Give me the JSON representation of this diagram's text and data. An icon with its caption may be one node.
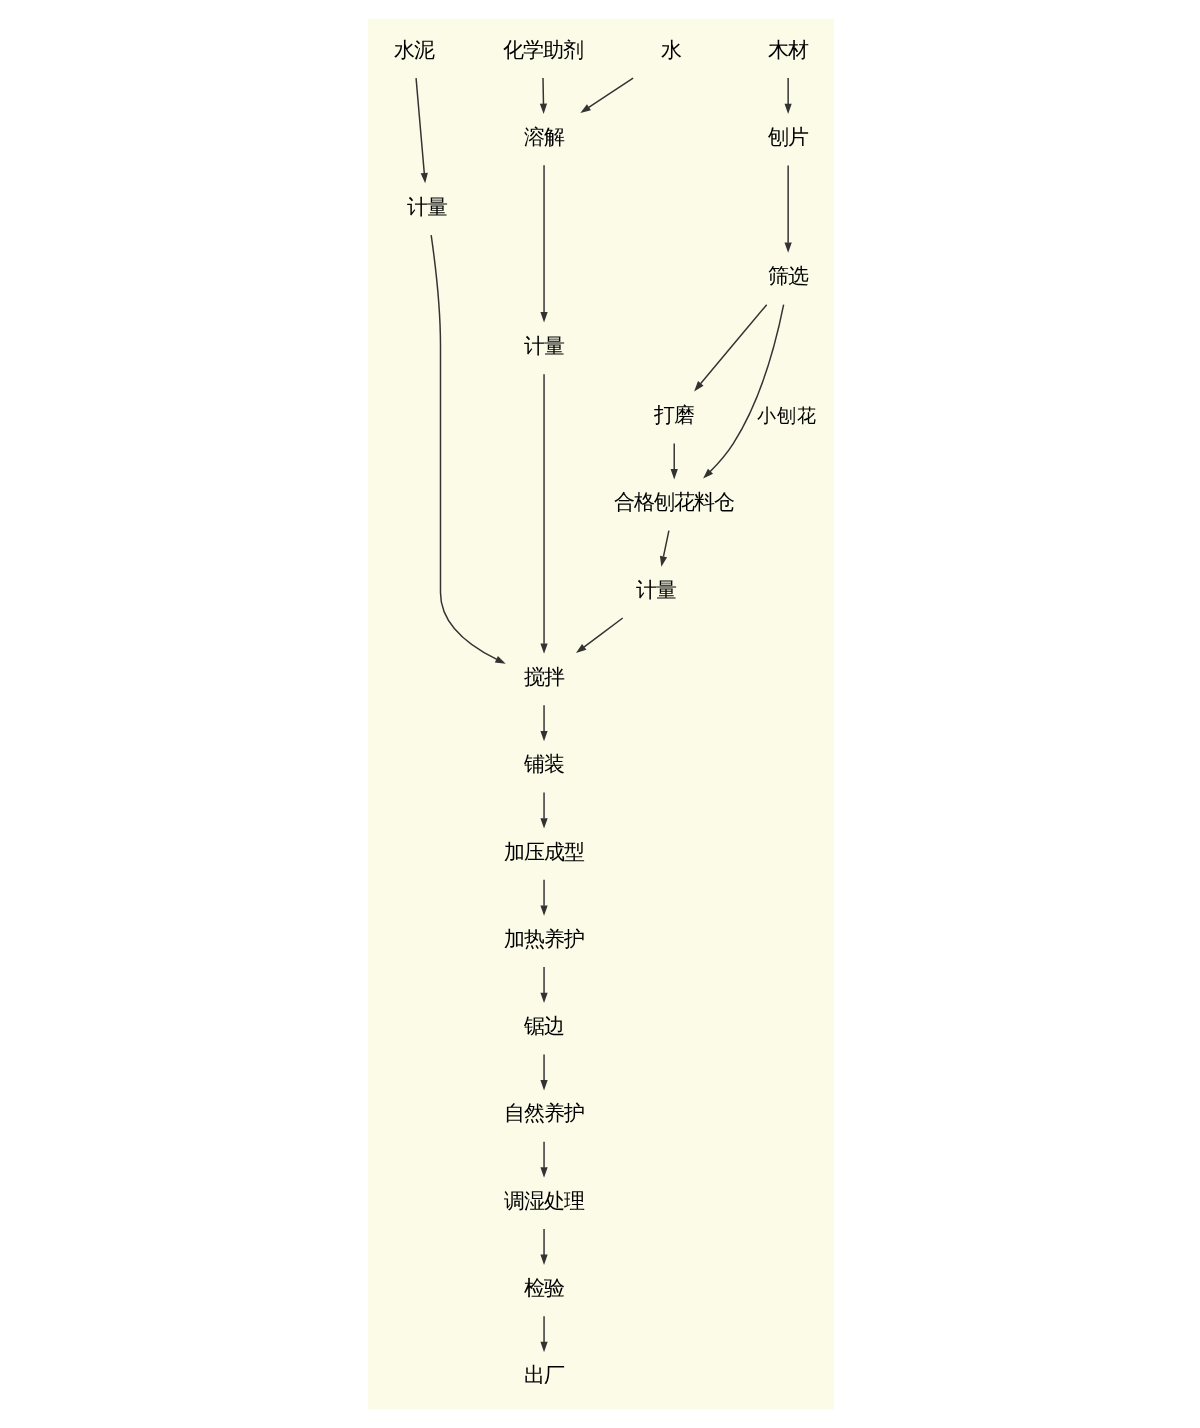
{
  "diagram": {
    "nodes": [
      {
        "text": [
          "水泥"
        ]
      },
      {
        "text": [
          "木材"
        ]
      },
      {
        "text": [
          "化学助剂"
        ]
      },
      {
        "text": [
          "水"
        ]
      },
      {
        "text": [
          "刨片"
        ]
      },
      {
        "text": [
          "筛选"
        ]
      },
      {
        "text": [
          "溶解"
        ]
      },
      {
        "text": [
          "计量"
        ]
      },
      {
        "text": [
          "打磨"
        ]
      },
      {
        "text": [
          "合格刨花料仓"
        ]
      },
      {
        "text": [
          "计量"
        ]
      },
      {
        "text": [
          "计量"
        ]
      },
      {
        "text": [
          "搅拌"
        ]
      },
      {
        "text": [
          "铺装"
        ]
      },
      {
        "text": [
          "加压成型"
        ]
      },
      {
        "text": [
          "加热养护"
        ]
      },
      {
        "text": [
          "锯边"
        ]
      },
      {
        "text": [
          "自然养护"
        ]
      },
      {
        "text": [
          "调湿处理"
        ]
      },
      {
        "text": [
          "检验"
        ]
      },
      {
        "text": [
          "出厂"
        ]
      }
    ],
    "edges": [
      {
        "from": 0,
        "to": 7,
        "arrow": "to"
      },
      {
        "from": 7,
        "to": 12,
        "arrow": "to"
      },
      {
        "from": 1,
        "to": 4,
        "arrow": "to"
      },
      {
        "from": 4,
        "to": 5,
        "arrow": "to"
      },
      {
        "from": 5,
        "to": 9,
        "arrow": "to",
        "label": "小刨花"
      },
      {
        "from": 5,
        "to": 8,
        "arrow": "to"
      },
      {
        "from": 8,
        "to": 9,
        "arrow": "to"
      },
      {
        "from": 2,
        "to": 6,
        "arrow": "to"
      },
      {
        "from": 3,
        "to": 6,
        "arrow": "to"
      },
      {
        "from": 6,
        "to": 10,
        "arrow": "to"
      },
      {
        "from": 10,
        "to": 12,
        "arrow": "to"
      },
      {
        "from": 9,
        "to": 11,
        "arrow": "to"
      },
      {
        "from": 11,
        "to": 12,
        "arrow": "to"
      },
      {
        "from": 12,
        "to": 13,
        "arrow": "to"
      },
      {
        "from": 13,
        "to": 14,
        "arrow": "to"
      },
      {
        "from": 14,
        "to": 15,
        "arrow": "to"
      },
      {
        "from": 15,
        "to": 16,
        "arrow": "to"
      },
      {
        "from": 16,
        "to": 17,
        "arrow": "to"
      },
      {
        "from": 17,
        "to": 18,
        "arrow": "to"
      },
      {
        "from": 18,
        "to": 19,
        "arrow": "to"
      },
      {
        "from": 19,
        "to": 20,
        "arrow": "to"
      }
    ]
  }
}
